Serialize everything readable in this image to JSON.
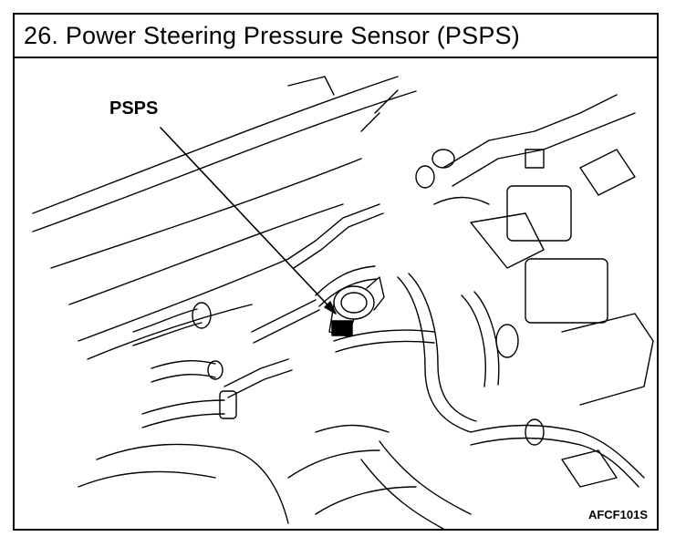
{
  "header": {
    "title": "26. Power Steering Pressure Sensor (PSPS)"
  },
  "diagram": {
    "callout_label": "PSPS",
    "figure_code": "AFCF101S"
  }
}
